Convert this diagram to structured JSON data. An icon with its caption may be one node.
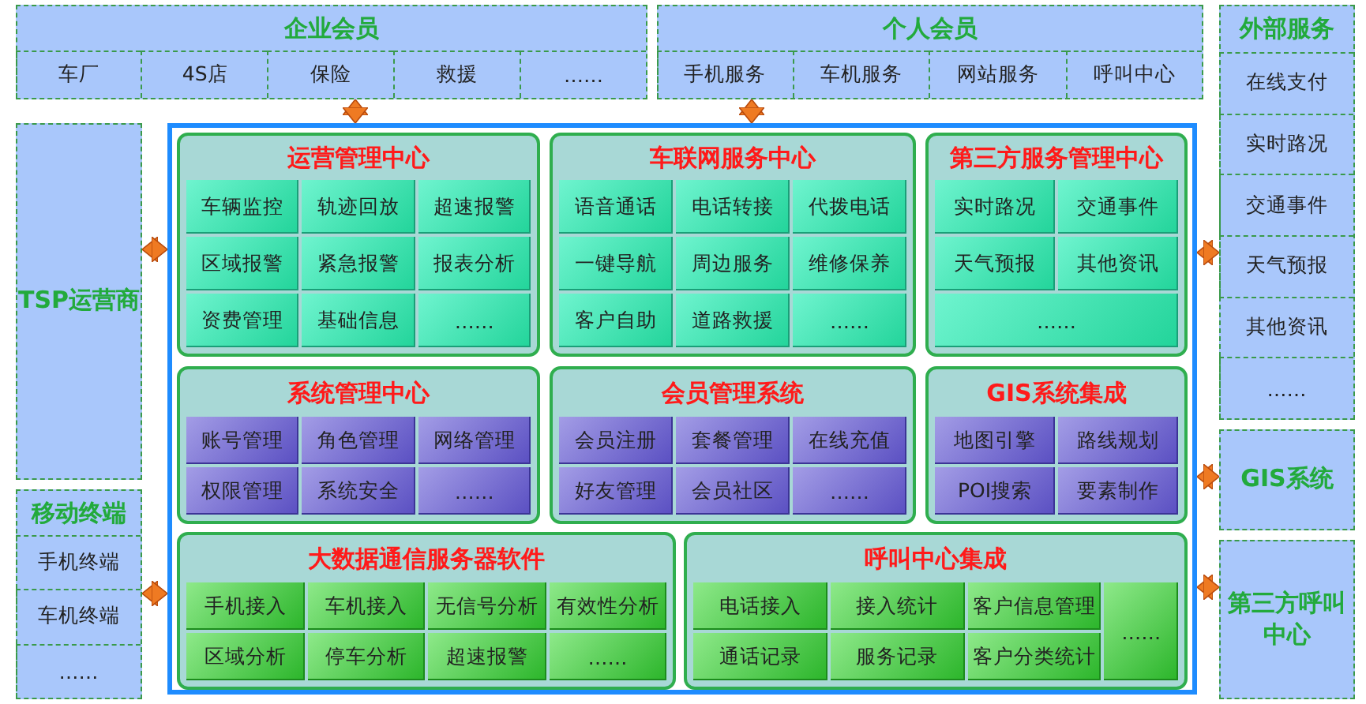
{
  "diagram": {
    "nodes": [
      {
        "text": [
          "企业会员"
        ]
      },
      {
        "text": [
          "车厂"
        ],
        "in": 0
      },
      {
        "text": [
          "4S店"
        ],
        "in": 0
      },
      {
        "text": [
          "保险"
        ],
        "in": 0
      },
      {
        "text": [
          "救援"
        ],
        "in": 0
      },
      {
        "text": [
          "……"
        ],
        "in": 0
      },
      {
        "text": [
          "个人会员"
        ]
      },
      {
        "text": [
          "手机服务"
        ],
        "in": 6
      },
      {
        "text": [
          "车机服务"
        ],
        "in": 6
      },
      {
        "text": [
          "网站服务"
        ],
        "in": 6
      },
      {
        "text": [
          "呼叫中心"
        ],
        "in": 6
      },
      {
        "text": [
          "外部服务"
        ]
      },
      {
        "text": [
          "在线支付"
        ],
        "in": 11
      },
      {
        "text": [
          "实时路况"
        ],
        "in": 11
      },
      {
        "text": [
          "交通事件"
        ],
        "in": 11
      },
      {
        "text": [
          "天气预报"
        ],
        "in": 11
      },
      {
        "text": [
          "其他资讯"
        ],
        "in": 11
      },
      {
        "text": [
          "……"
        ],
        "in": 11
      },
      {
        "text": [
          "TSP运营商"
        ]
      },
      {
        "text": [
          "移动终端"
        ]
      },
      {
        "text": [
          "手机终端"
        ],
        "in": 19
      },
      {
        "text": [
          "车机终端"
        ],
        "in": 19
      },
      {
        "text": [
          "……"
        ],
        "in": 19
      },
      {
        "text": [
          "GIS系统"
        ]
      },
      {
        "text": [
          "第三方呼叫中心"
        ]
      },
      {
        "text": [],
        "shape": "box"
      },
      {
        "text": [
          "运营管理中心"
        ],
        "in": 25
      },
      {
        "text": [
          "车辆监控"
        ],
        "in": 26
      },
      {
        "text": [
          "轨迹回放"
        ],
        "in": 26
      },
      {
        "text": [
          "超速报警"
        ],
        "in": 26
      },
      {
        "text": [
          "区域报警"
        ],
        "in": 26
      },
      {
        "text": [
          "紧急报警"
        ],
        "in": 26
      },
      {
        "text": [
          "报表分析"
        ],
        "in": 26
      },
      {
        "text": [
          "资费管理"
        ],
        "in": 26
      },
      {
        "text": [
          "基础信息"
        ],
        "in": 26
      },
      {
        "text": [
          "……"
        ],
        "in": 26
      },
      {
        "text": [
          "车联网服务中心"
        ],
        "in": 25
      },
      {
        "text": [
          "语音通话"
        ],
        "in": 36
      },
      {
        "text": [
          "电话转接"
        ],
        "in": 36
      },
      {
        "text": [
          "代拨电话"
        ],
        "in": 36
      },
      {
        "text": [
          "一键导航"
        ],
        "in": 36
      },
      {
        "text": [
          "周边服务"
        ],
        "in": 36
      },
      {
        "text": [
          "维修保养"
        ],
        "in": 36
      },
      {
        "text": [
          "客户自助"
        ],
        "in": 36
      },
      {
        "text": [
          "道路救援"
        ],
        "in": 36
      },
      {
        "text": [
          "……"
        ],
        "in": 36
      },
      {
        "text": [
          "第三方服务管理中心"
        ],
        "in": 25
      },
      {
        "text": [
          "实时路况"
        ],
        "in": 46
      },
      {
        "text": [
          "交通事件"
        ],
        "in": 46
      },
      {
        "text": [
          "天气预报"
        ],
        "in": 46
      },
      {
        "text": [
          "其他资讯"
        ],
        "in": 46
      },
      {
        "text": [
          "……"
        ],
        "in": 46
      },
      {
        "text": [
          "系统管理中心"
        ],
        "in": 25
      },
      {
        "text": [
          "账号管理"
        ],
        "in": 52
      },
      {
        "text": [
          "角色管理"
        ],
        "in": 52
      },
      {
        "text": [
          "网络管理"
        ],
        "in": 52
      },
      {
        "text": [
          "权限管理"
        ],
        "in": 52
      },
      {
        "text": [
          "系统安全"
        ],
        "in": 52
      },
      {
        "text": [
          "……"
        ],
        "in": 52
      },
      {
        "text": [
          "会员管理系统"
        ],
        "in": 25
      },
      {
        "text": [
          "会员注册"
        ],
        "in": 59
      },
      {
        "text": [
          "套餐管理"
        ],
        "in": 59
      },
      {
        "text": [
          "在线充值"
        ],
        "in": 59
      },
      {
        "text": [
          "好友管理"
        ],
        "in": 59
      },
      {
        "text": [
          "会员社区"
        ],
        "in": 59
      },
      {
        "text": [
          "……"
        ],
        "in": 59
      },
      {
        "text": [
          "GIS系统集成"
        ],
        "in": 25
      },
      {
        "text": [
          "地图引擎"
        ],
        "in": 66
      },
      {
        "text": [
          "路线规划"
        ],
        "in": 66
      },
      {
        "text": [
          "POI搜索"
        ],
        "in": 66
      },
      {
        "text": [
          "要素制作"
        ],
        "in": 66
      },
      {
        "text": [
          "大数据通信服务器软件"
        ],
        "in": 25
      },
      {
        "text": [
          "手机接入"
        ],
        "in": 71
      },
      {
        "text": [
          "车机接入"
        ],
        "in": 71
      },
      {
        "text": [
          "无信号分析"
        ],
        "in": 71
      },
      {
        "text": [
          "有效性分析"
        ],
        "in": 71
      },
      {
        "text": [
          "区域分析"
        ],
        "in": 71
      },
      {
        "text": [
          "停车分析"
        ],
        "in": 71
      },
      {
        "text": [
          "超速报警"
        ],
        "in": 71
      },
      {
        "text": [
          "……"
        ],
        "in": 71
      },
      {
        "text": [
          "呼叫中心集成"
        ],
        "in": 25
      },
      {
        "text": [
          "电话接入"
        ],
        "in": 80
      },
      {
        "text": [
          "接入统计"
        ],
        "in": 80
      },
      {
        "text": [
          "客户信息管理"
        ],
        "in": 80
      },
      {
        "text": [
          "……"
        ],
        "in": 80
      },
      {
        "text": [
          "通话记录"
        ],
        "in": 80
      },
      {
        "text": [
          "服务记录"
        ],
        "in": 80
      },
      {
        "text": [
          "客户分类统计"
        ],
        "in": 80
      }
    ],
    "edges": [
      {
        "from": 0,
        "to": 25,
        "arrow": "both"
      },
      {
        "from": 6,
        "to": 25,
        "arrow": "both"
      },
      {
        "from": 18,
        "to": 25,
        "arrow": "both"
      },
      {
        "from": 25,
        "to": 11,
        "arrow": "both"
      },
      {
        "from": 25,
        "to": 23,
        "arrow": "both"
      },
      {
        "from": 25,
        "to": 24,
        "arrow": "both"
      },
      {
        "from": 19,
        "to": 25,
        "arrow": "both"
      }
    ]
  }
}
